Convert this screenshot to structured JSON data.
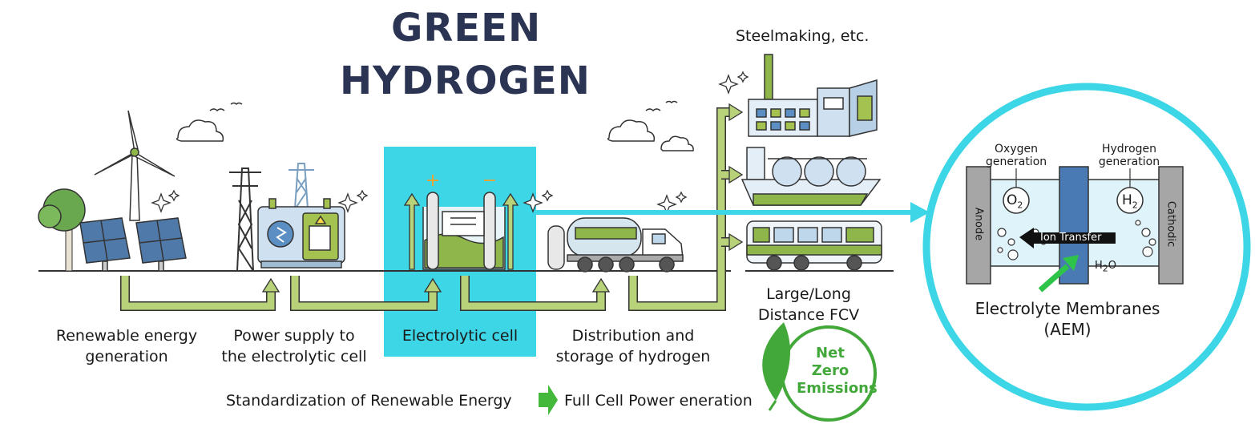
{
  "title": {
    "line1": "GREEN",
    "line2": "HYDROGEN"
  },
  "stages": {
    "renewable": {
      "line1": "Renewable energy",
      "line2": "generation"
    },
    "power_supply": {
      "line1": "Power supply to",
      "line2": "the electrolytic cell"
    },
    "electrolytic": {
      "label": "Electrolytic cell"
    },
    "distribution": {
      "line1": "Distribution and",
      "line2": "storage of hydrogen"
    }
  },
  "uses": {
    "steelmaking": "Steelmaking, etc.",
    "fcv_line1": "Large/Long",
    "fcv_line2": "Distance FCV"
  },
  "footer": {
    "left": "Standardization of Renewable Energy",
    "right": "Full Cell Power eneration"
  },
  "net_zero": {
    "line1": "Net",
    "line2": "Zero",
    "line3": "Emissions"
  },
  "cell_detail": {
    "oxygen_line1": "Oxygen",
    "oxygen_line2": "generation",
    "hydrogen_line1": "Hydrogen",
    "hydrogen_line2": "generation",
    "o2_symbol": "O",
    "o2_sub": "2",
    "h2_symbol": "H",
    "h2_sub": "2",
    "anode": "Anode",
    "cathodic": "Cathodic",
    "ion_transfer": "Ion Transfer",
    "h2o_symbol": "H",
    "h2o_sub": "2",
    "h2o_tail": "O",
    "membrane_line1": "Electrolyte Membranes",
    "membrane_line2": "(AEM)"
  },
  "colors": {
    "title": "#2b3452",
    "highlight": "#3dd6e6",
    "flow_green": "#b8d27a",
    "net_zero_green": "#43a83a",
    "membrane_blue": "#4a7ab3"
  },
  "icons": [
    "wind-turbine-icon",
    "solar-panel-icon",
    "tree-icon",
    "power-tower-icon",
    "transformer-icon",
    "electrolyzer-icon",
    "tank-truck-icon",
    "factory-icon",
    "ship-icon",
    "bus-icon",
    "leaf-icon",
    "cloud-icon",
    "sparkle-icon",
    "bird-icon"
  ]
}
